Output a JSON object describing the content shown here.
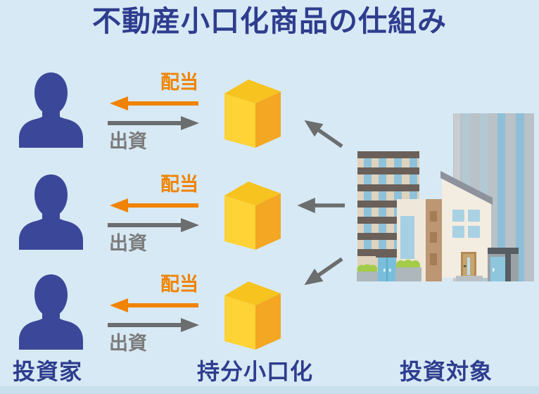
{
  "title": "不動産小口化商品の仕組み",
  "rows": [
    {
      "dividend_label": "配当",
      "investment_label": "出資"
    },
    {
      "dividend_label": "配当",
      "investment_label": "出資"
    },
    {
      "dividend_label": "配当",
      "investment_label": "出資"
    }
  ],
  "footer_labels": {
    "investors": "投資家",
    "fractionalized": "持分小口化",
    "investment_target": "投資対象"
  },
  "icons": {
    "person": "investor-silhouette",
    "cube": "fractional-share-cube",
    "buildings": "real-estate-buildings",
    "dividend_arrow": "left-arrow",
    "investment_arrow": "right-arrow",
    "transfer_arrow": "building-to-cube-arrow"
  },
  "colors": {
    "background": "#d7e9f4",
    "footer_strip": "#c8e0ee",
    "navy_text": "#2e3d8e",
    "person_navy": "#3b4899",
    "dividend_orange": "#f08300",
    "arrow_gray": "#6b6d6e",
    "investment_label_gray": "#7b7b7b",
    "cube_top": "#f6c31f",
    "cube_front": "#fdd335",
    "cube_side": "#f3a722"
  }
}
